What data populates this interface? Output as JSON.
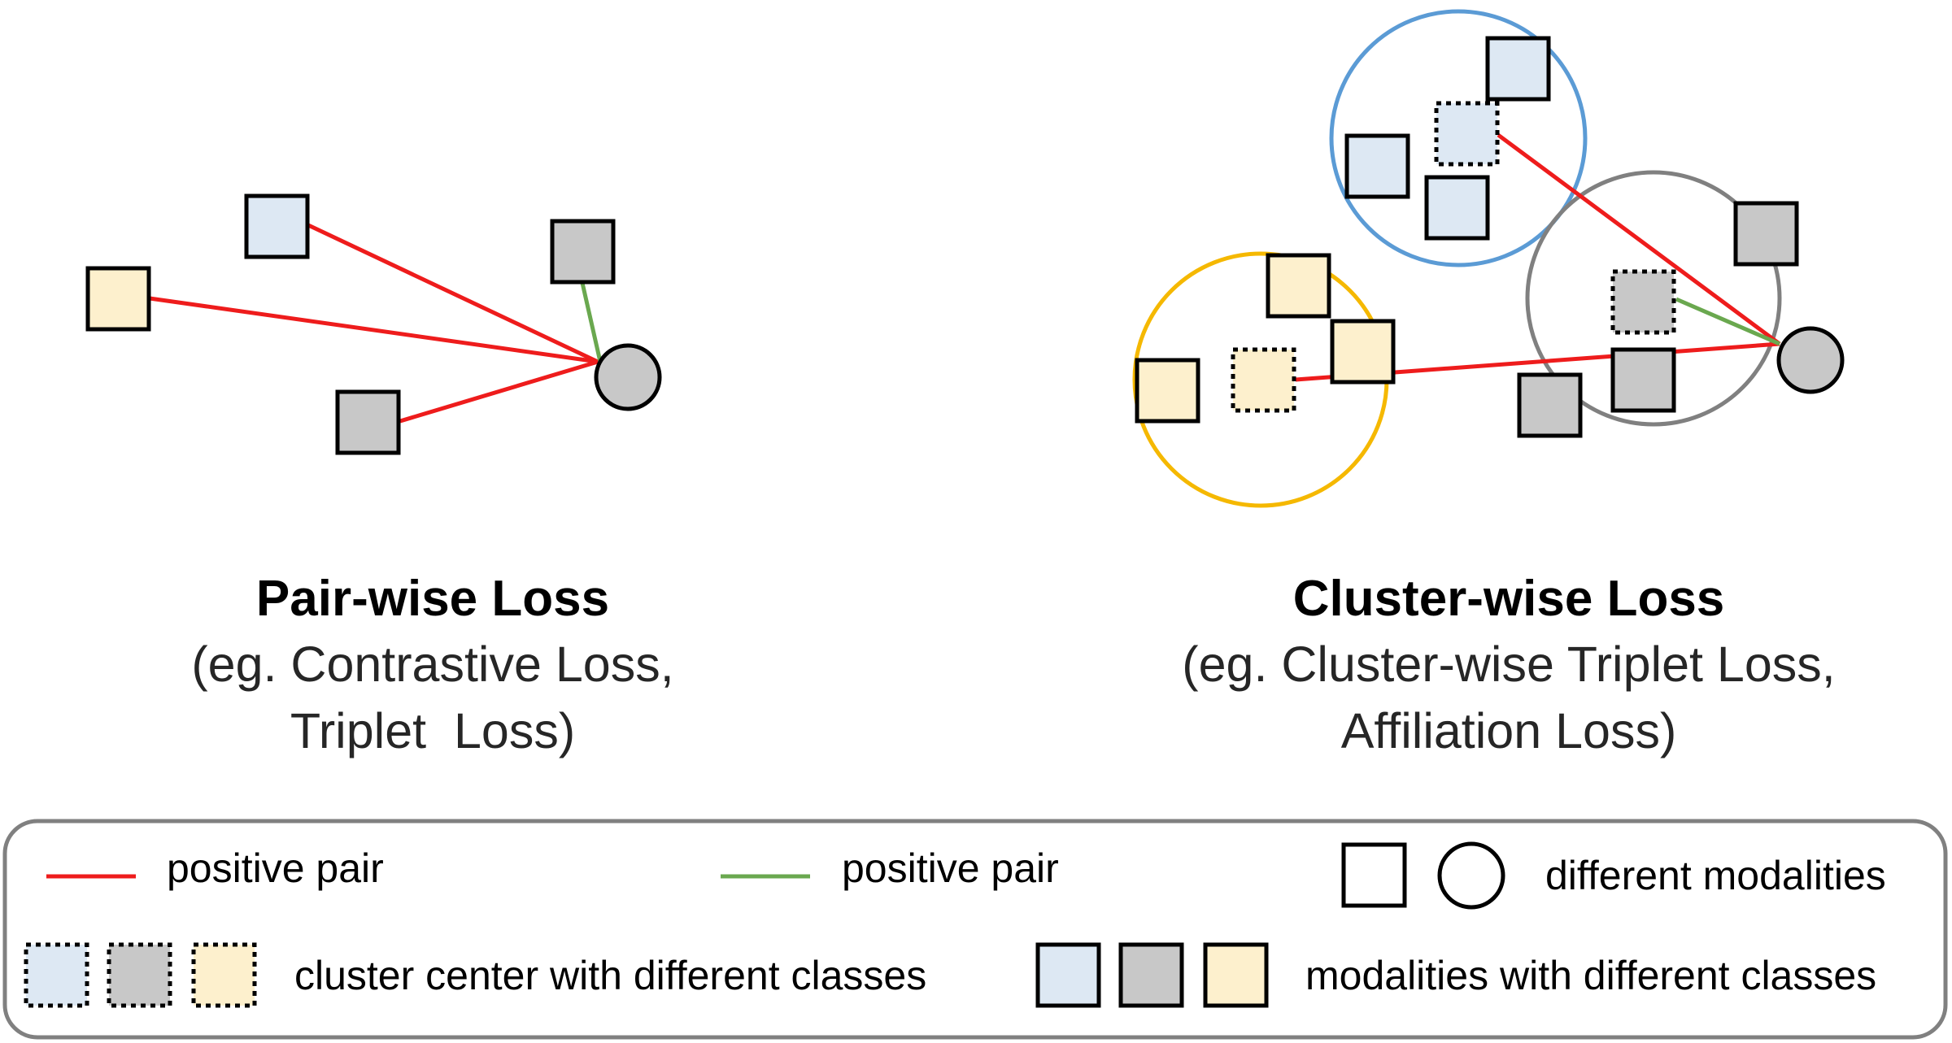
{
  "colors": {
    "background": "#ffffff",
    "stroke": "#000000",
    "positive_red": "#ee1c1c",
    "positive_green": "#6aa84f",
    "class_blue": "#dde8f3",
    "class_gray": "#c8c8c8",
    "class_yellow": "#fdf0cd",
    "cluster_blue": "#5b9bd5",
    "cluster_gray": "#808080",
    "cluster_yellow": "#f5b800",
    "legend_border": "#808080"
  },
  "pairwise": {
    "title": "Pair-wise Loss",
    "subtitle_line1": "(eg. Contrastive Loss,",
    "subtitle_line2": "Triplet  Loss)"
  },
  "clusterwise": {
    "title": "Cluster-wise Loss",
    "subtitle_line1": "(eg. Cluster-wise Triplet Loss,",
    "subtitle_line2": "Affiliation Loss)"
  },
  "legend": {
    "red_line_label": "positive pair",
    "green_line_label": "positive pair",
    "modalities_label": "different modalities",
    "cluster_center_label": "cluster center with different classes",
    "class_modalities_label": "modalities with different classes"
  }
}
